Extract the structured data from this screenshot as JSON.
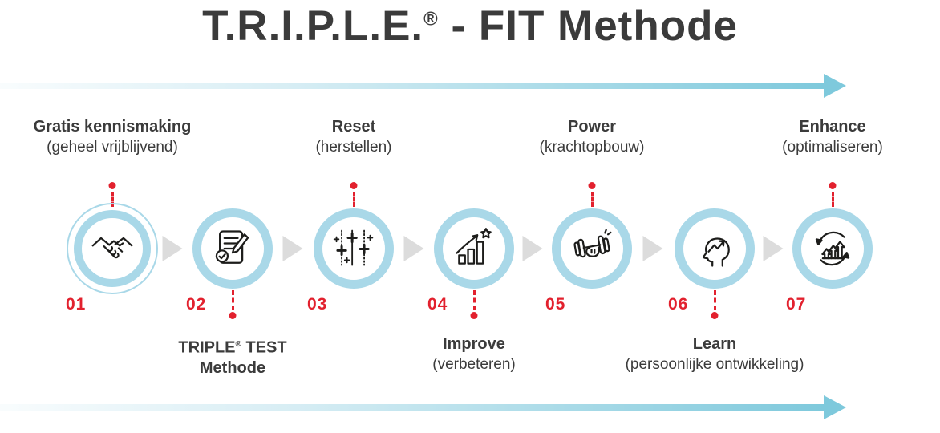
{
  "title": {
    "pre": "T.R.I.P.L.E.",
    "reg": "®",
    "post": " - FIT Methode"
  },
  "steps": [
    {
      "number": "01",
      "icon": "handshake-icon",
      "label": "Gratis kennismaking",
      "sublabel": "(geheel vrijblijvend)",
      "label_position": "top"
    },
    {
      "number": "02",
      "icon": "checklist-pencil-icon",
      "label_pre": "TRIPLE",
      "label_reg": "®",
      "label_post": " TEST",
      "sublabel": "Methode",
      "label_position": "bottom"
    },
    {
      "number": "03",
      "icon": "sliders-icon",
      "label": "Reset",
      "sublabel": "(herstellen)",
      "label_position": "top"
    },
    {
      "number": "04",
      "icon": "growth-chart-icon",
      "label": "Improve",
      "sublabel": "(verbeteren)",
      "label_position": "bottom"
    },
    {
      "number": "05",
      "icon": "dumbbell-icon",
      "label": "Power",
      "sublabel": "(krachtopbouw)",
      "label_position": "top"
    },
    {
      "number": "06",
      "icon": "head-growth-icon",
      "label": "Learn",
      "sublabel": "(persoonlijke ontwikkeling)",
      "label_position": "bottom"
    },
    {
      "number": "07",
      "icon": "cycle-growth-icon",
      "label": "Enhance",
      "sublabel": "(optimaliseren)",
      "label_position": "top"
    }
  ],
  "colors": {
    "ring_blue": "#a9d8e8",
    "arrow_blue": "#7ec9dc",
    "accent_red": "#e2212e",
    "flow_arrow_gray": "#dcdcdc",
    "text": "#3b3b3b",
    "icon_stroke": "#1d1d1b"
  }
}
